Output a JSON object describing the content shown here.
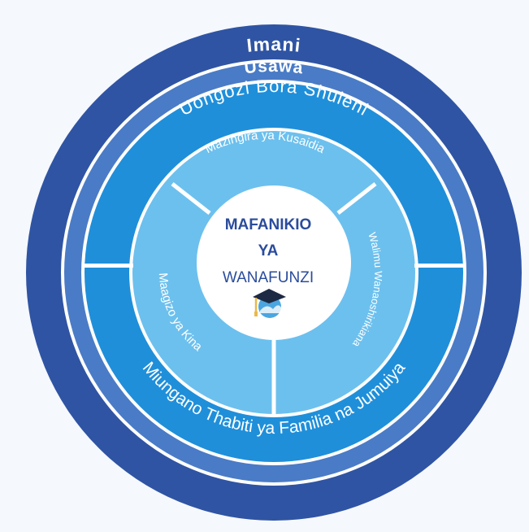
{
  "colors": {
    "background": "#f5f8fd",
    "outer_ring": "#2f54a3",
    "middle_ring": "#4a7bc6",
    "inner_ring": "#1f8fda",
    "segments": "#6cc0ee",
    "divider": "#ffffff",
    "center": "#ffffff",
    "title_text": "#2a4c9c",
    "icon_cap": "#1d2a44",
    "icon_globe": "#4aa6e0",
    "icon_tassel": "#e9b949"
  },
  "rings": {
    "outer": {
      "label": "Imani"
    },
    "middle": {
      "label": "Usawa"
    },
    "inner": {
      "top_label": "Uongozi Bora Shuleni",
      "bottom_label": "Miungano Thabiti ya Familia na Jumuiya"
    }
  },
  "segments": {
    "top": "Mazingira ya Kusaidia",
    "right": "Walimu Wanaoshirikiana",
    "left": "Maagizo ya Kina"
  },
  "center": {
    "line1": "MAFANIKIO",
    "line2": "YA",
    "line3": "WANAFUNZI",
    "icon": "graduation-cap-globe-icon"
  }
}
